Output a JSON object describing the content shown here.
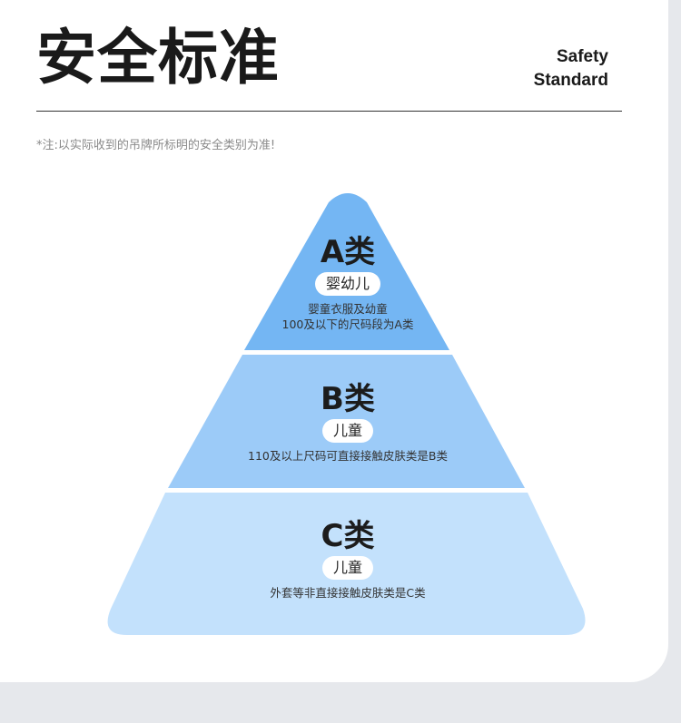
{
  "header": {
    "title": "安全标准",
    "en_line1": "Safety",
    "en_line2": "Standard"
  },
  "note": "*注:以实际收到的吊牌所标明的安全类别为准!",
  "colors": {
    "tier_a": "#74b6f3",
    "tier_b": "#9ccbf8",
    "tier_c": "#c3e1fc"
  },
  "tiers": [
    {
      "heading": "A类",
      "pill": "婴幼儿",
      "desc_line1": "婴童衣服及幼童",
      "desc_line2": "100及以下的尺码段为A类"
    },
    {
      "heading": "B类",
      "pill": "儿童",
      "desc_line1": "110及以上尺码可直接接触皮肤类是B类"
    },
    {
      "heading": "C类",
      "pill": "儿童",
      "desc_line1": "外套等非直接接触皮肤类是C类"
    }
  ]
}
